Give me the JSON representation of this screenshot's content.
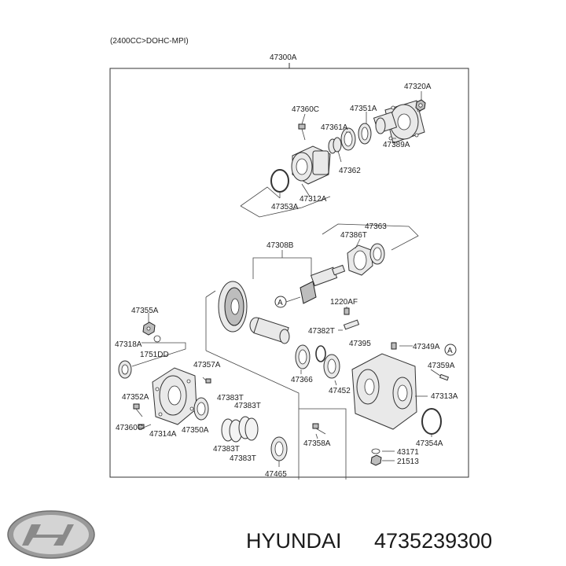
{
  "header": {
    "spec": "(2400CC>DOHC-MPI)",
    "assembly": "47300A"
  },
  "callouts": {
    "c47320A": "47320A",
    "c47360C_top": "47360C",
    "c47351A": "47351A",
    "c47361A": "47361A",
    "c47389A": "47389A",
    "c47362": "47362",
    "c47312A": "47312A",
    "c47353A": "47353A",
    "c47363": "47363",
    "c47386T": "47386T",
    "c47308B": "47308B",
    "c1220AF": "1220AF",
    "c47355A": "47355A",
    "c47382T": "47382T",
    "c47395": "47395",
    "c47349A": "47349A",
    "c47318A": "47318A",
    "c1751DD": "1751DD",
    "c47359A": "47359A",
    "c47357A": "47357A",
    "c47366": "47366",
    "c47452": "47452",
    "c47313A": "47313A",
    "c47352A": "47352A",
    "c47383T_1": "47383T",
    "c47383T_2": "47383T",
    "c47360C_bot": "47360C",
    "c47314A": "47314A",
    "c47350A": "47350A",
    "c47354A": "47354A",
    "c47383T_3": "47383T",
    "c47358A": "47358A",
    "c43171": "43171",
    "c47383T_4": "47383T",
    "c21513": "21513",
    "c47465": "47465",
    "ref_A1": "A",
    "ref_A2": "A"
  },
  "footer": {
    "brand": "HYUNDAI",
    "part_number": "4735239300"
  }
}
